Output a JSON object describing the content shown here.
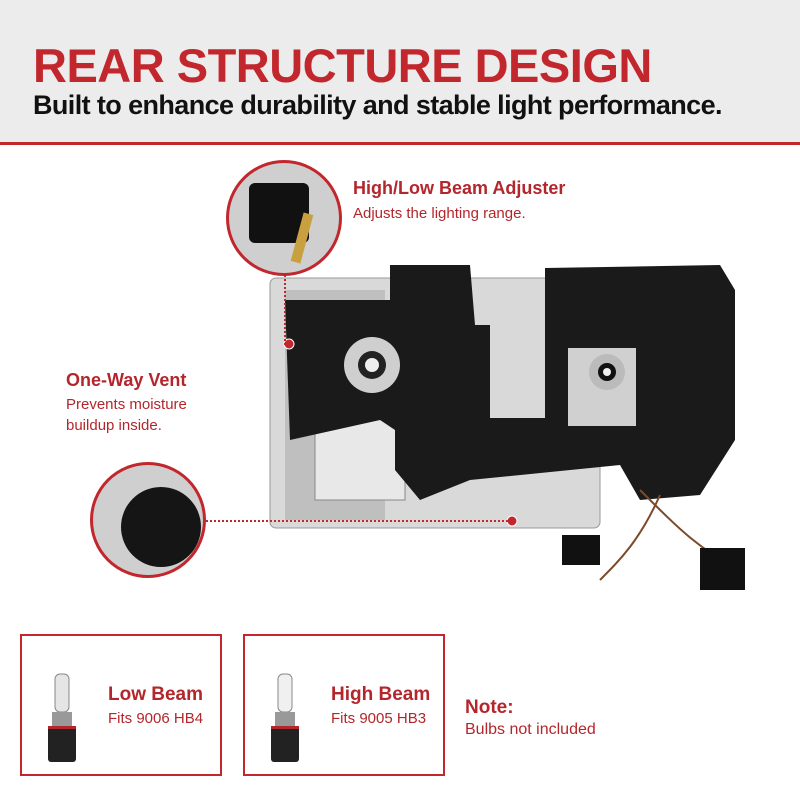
{
  "header": {
    "title": "REAR STRUCTURE DESIGN",
    "subtitle": "Built to enhance durability and stable light performance."
  },
  "callouts": [
    {
      "title": "High/Low Beam Adjuster",
      "description": "Adjusts the lighting range."
    },
    {
      "title": "One-Way Vent",
      "description": "Prevents moisture buildup inside."
    }
  ],
  "bulbs": [
    {
      "title": "Low Beam",
      "fits": "Fits 9006 HB4"
    },
    {
      "title": "High Beam",
      "fits": "Fits 9005 HB3"
    }
  ],
  "note": {
    "title": "Note:",
    "text": "Bulbs not included"
  },
  "colors": {
    "accent": "#c1272d",
    "header_bg": "#ececec"
  }
}
